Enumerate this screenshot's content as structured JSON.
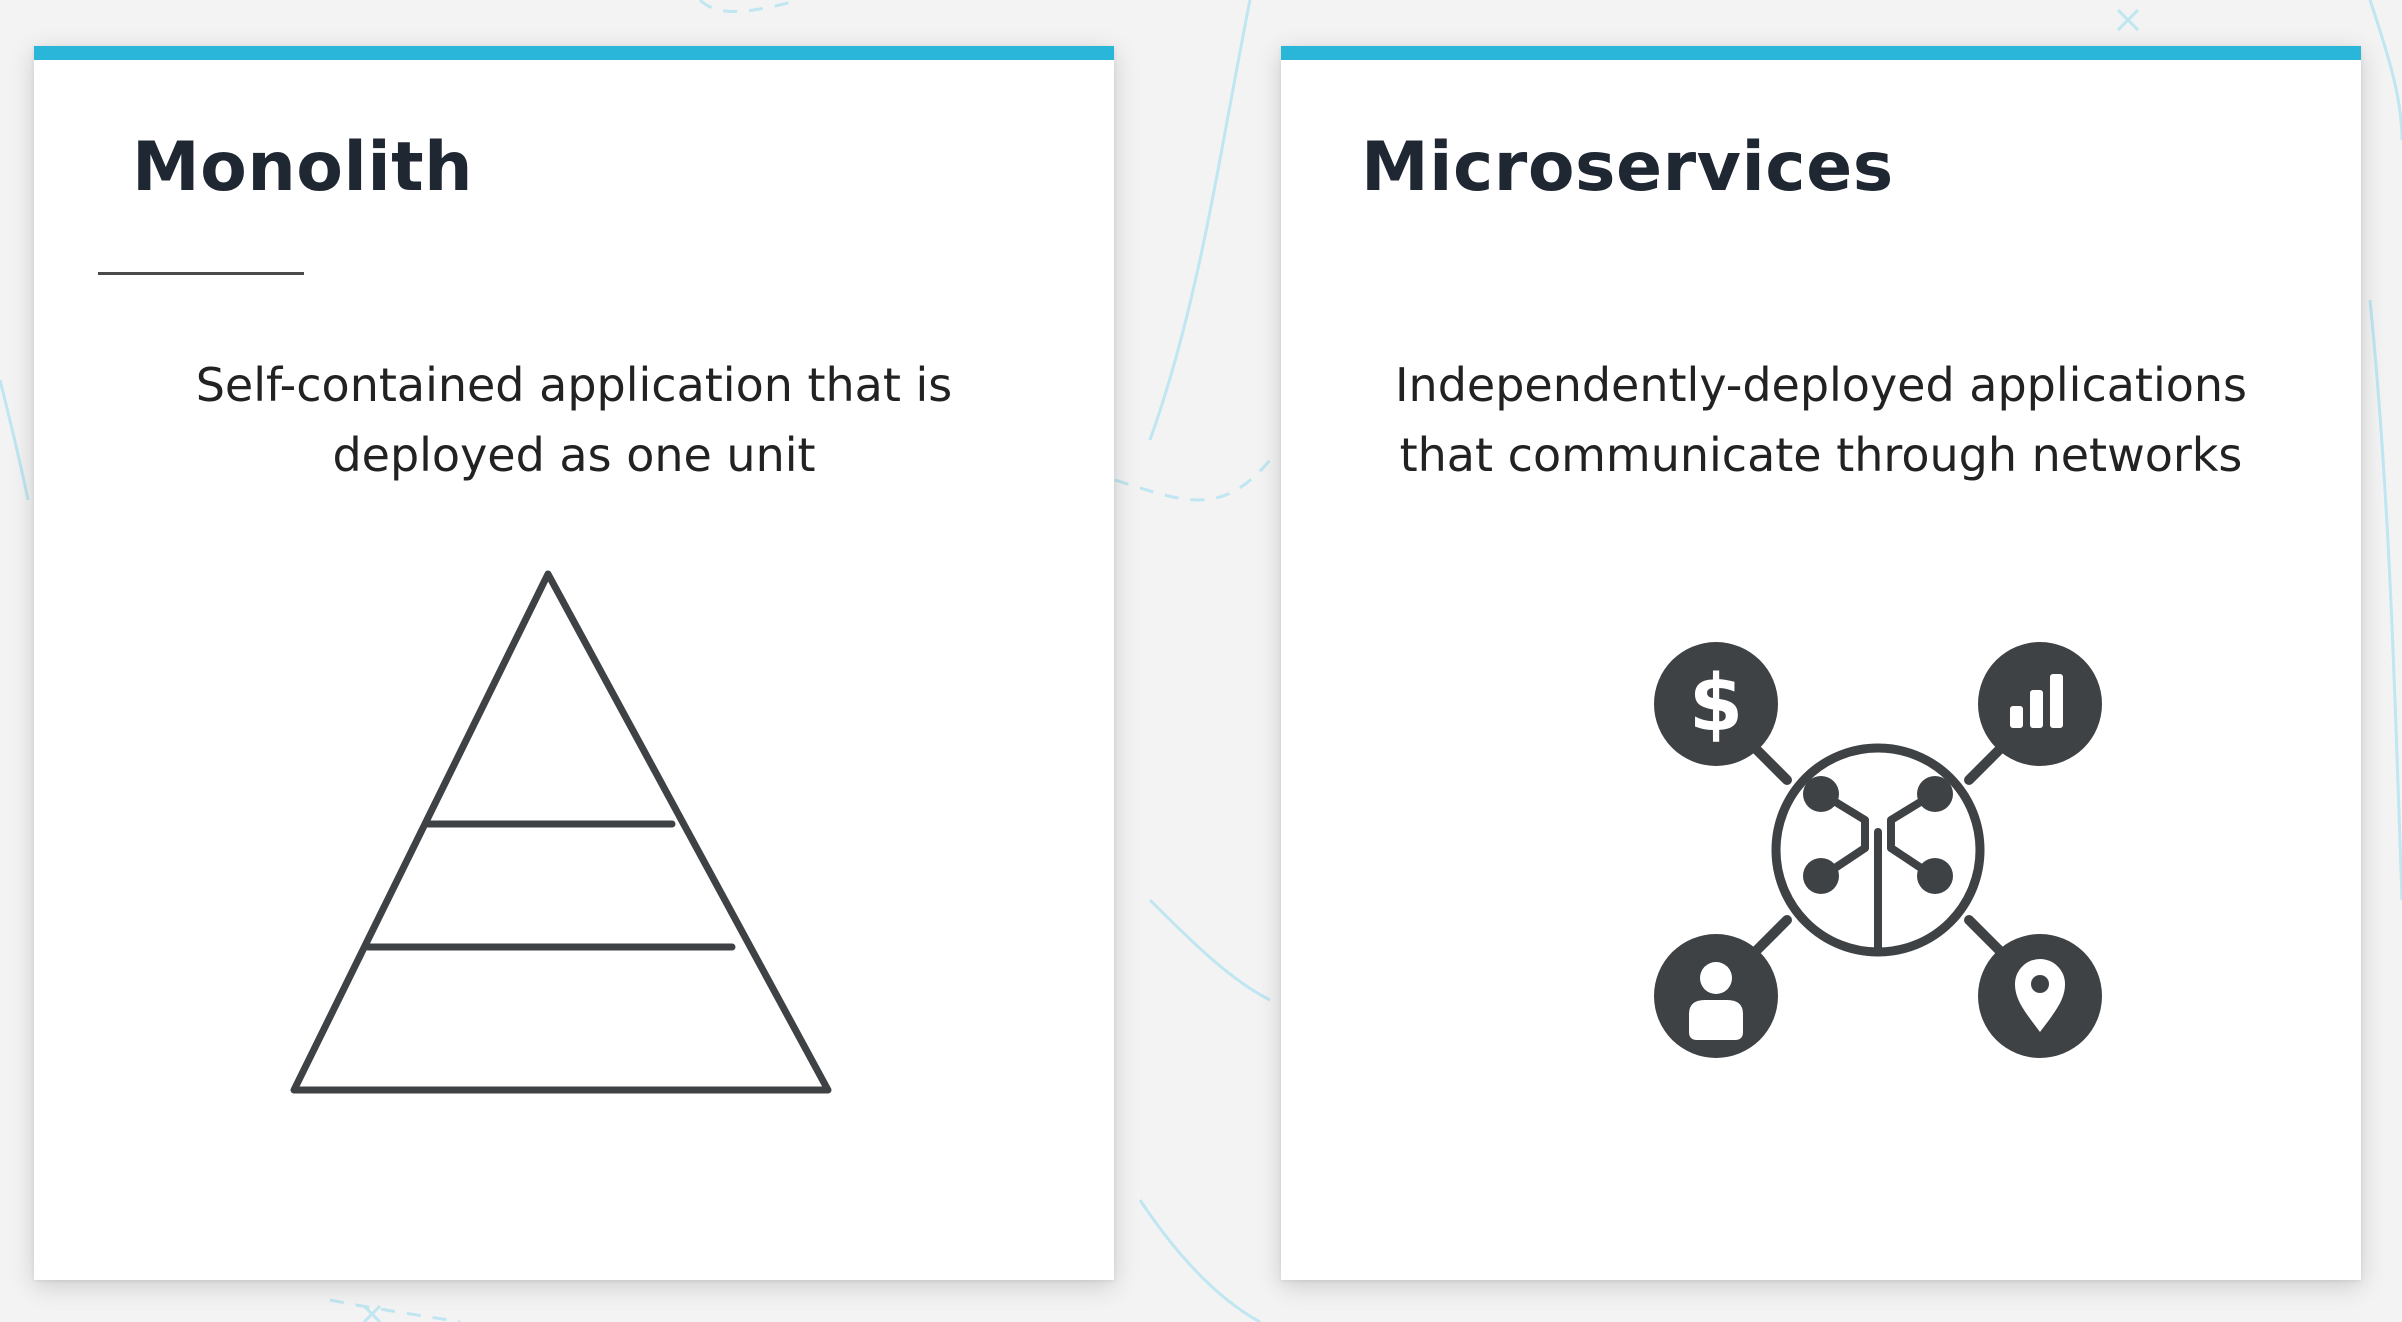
{
  "theme": {
    "accent": "#29b6d9",
    "icon": "#3f4245",
    "background_lines": "#bfe6f1"
  },
  "monolith": {
    "title": "Monolith",
    "description_lines": [
      "Self-contained application that is",
      "deployed as one unit"
    ],
    "illustration": "layered-pyramid-icon"
  },
  "microservices": {
    "title": "Microservices",
    "description_lines": [
      "Independently-deployed applications",
      "that communicate through networks"
    ],
    "illustration": "network-hub-icon",
    "satellite_icons": [
      "dollar-icon",
      "bar-chart-icon",
      "user-icon",
      "location-pin-icon"
    ]
  }
}
